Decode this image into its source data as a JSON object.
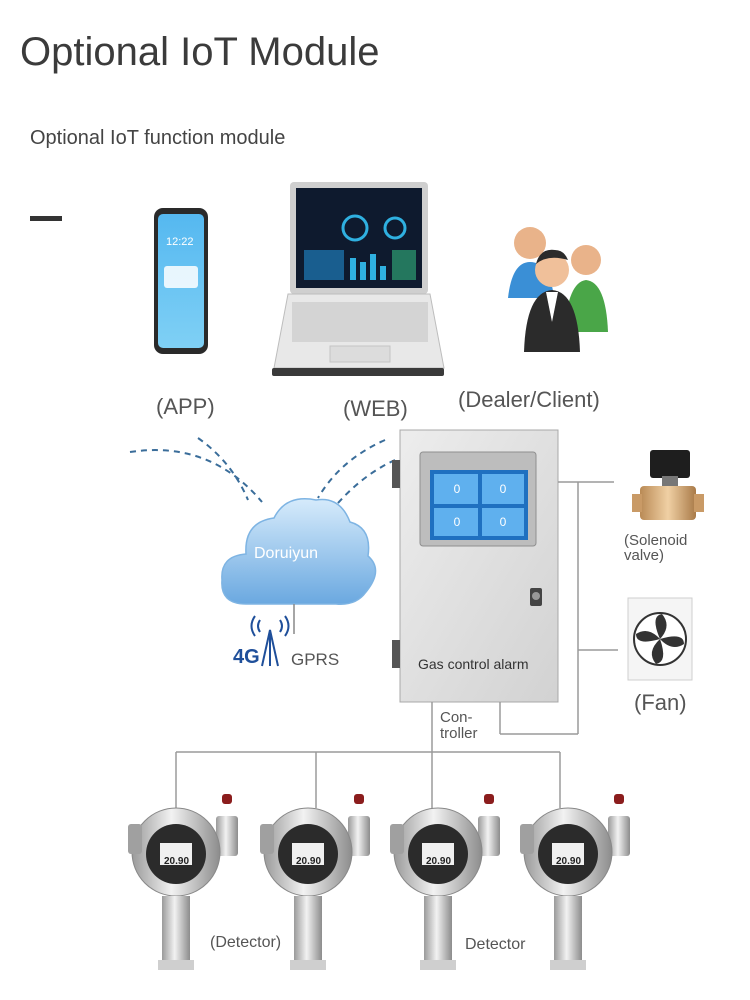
{
  "header": {
    "title": "Optional IoT Module",
    "subtitle": "Optional IoT function module"
  },
  "labels": {
    "app": "(APP)",
    "web": "(WEB)",
    "dealer": "(Dealer/Client)",
    "cloud": "Doruiyun",
    "net_4g": "4G",
    "gprs": "GPRS",
    "solenoid_line1": "(Solenoid",
    "solenoid_line2": "valve)",
    "fan": "(Fan)",
    "alarm": "Gas control alarm",
    "controller_line1": "Con-",
    "controller_line2": "troller",
    "detector_left": "(Detector)",
    "detector_right": "Detector"
  },
  "phone": {
    "time": "12:22"
  },
  "panel_screen": {
    "cells": [
      "0",
      "0",
      "0",
      "0"
    ]
  },
  "detectors": [
    {
      "reading": "20.90"
    },
    {
      "reading": "20.90"
    },
    {
      "reading": "20.90"
    },
    {
      "reading": "20.90"
    }
  ],
  "colors": {
    "cloud": "#8fc0ea",
    "wave": "#3a6d9a",
    "panel": "#e6e6e6",
    "screen": "#3a8fd6",
    "wire": "#9a9a9a"
  }
}
